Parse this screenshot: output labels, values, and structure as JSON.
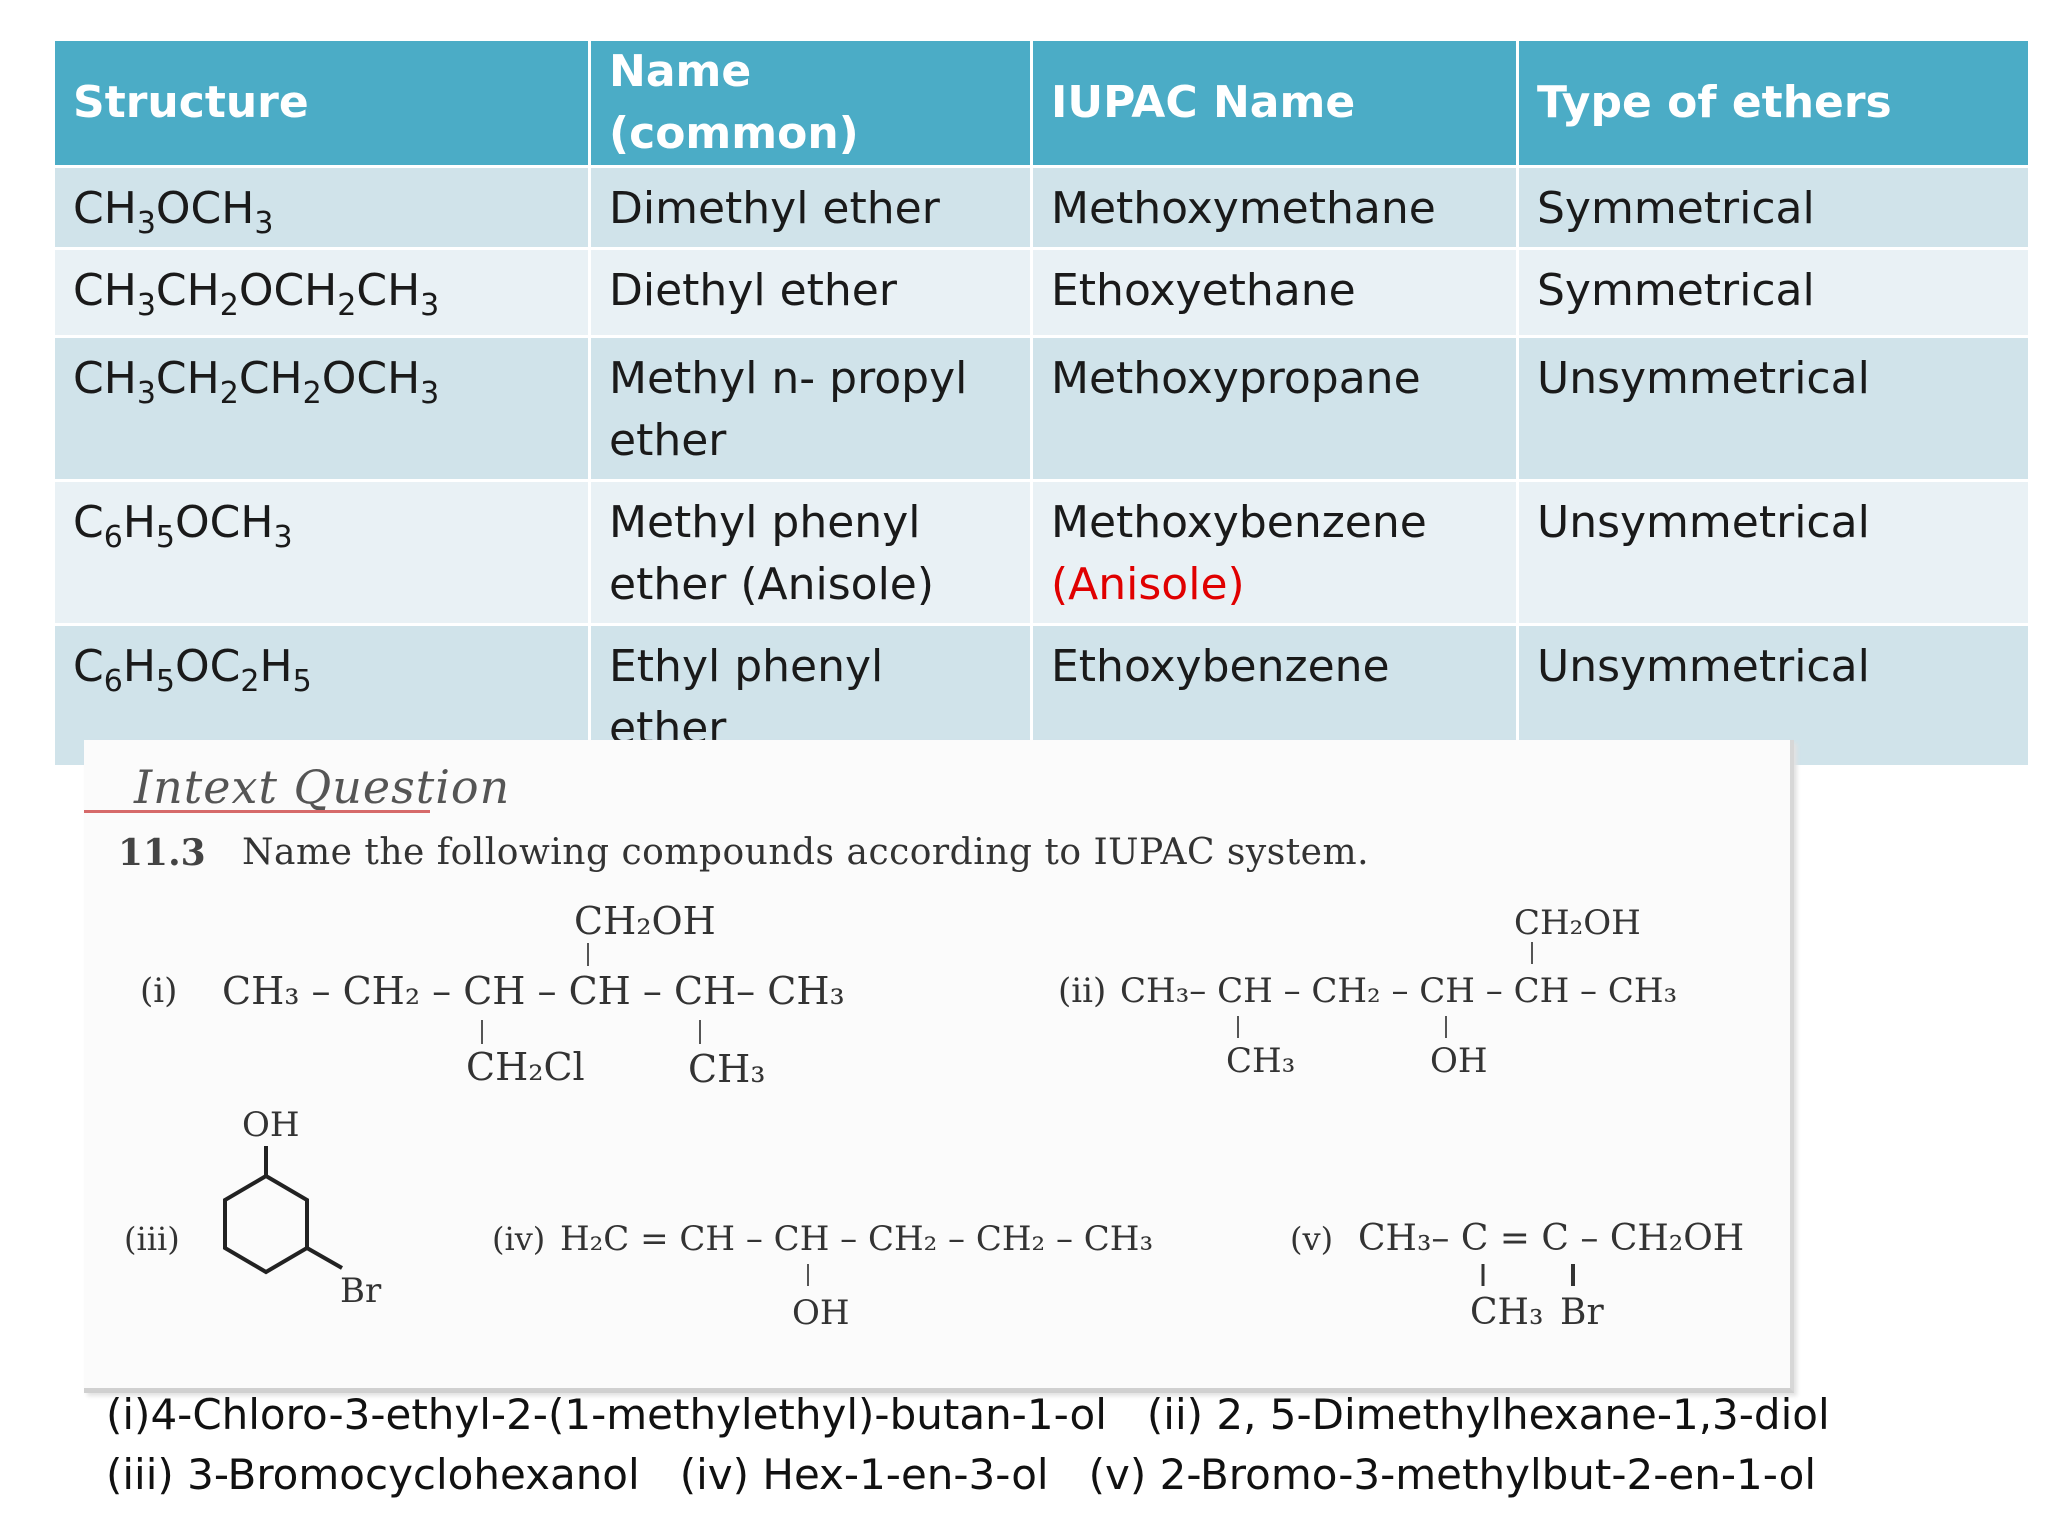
{
  "table": {
    "headers": [
      "Structure",
      "Name  (common)",
      "IUPAC Name",
      "Type of ethers"
    ],
    "rows": [
      {
        "structure": [
          [
            "CH",
            "3"
          ],
          [
            "OCH",
            "3"
          ]
        ],
        "common": "Dimethyl ether",
        "iupac": "Methoxymethane",
        "iupac_note": "",
        "type": "Symmetrical"
      },
      {
        "structure": [
          [
            "CH",
            "3"
          ],
          [
            "CH",
            "2"
          ],
          [
            "OCH",
            "2"
          ],
          [
            "CH",
            "3"
          ]
        ],
        "common": "Diethyl ether",
        "iupac": "Ethoxyethane",
        "iupac_note": "",
        "type": "Symmetrical"
      },
      {
        "structure": [
          [
            "CH",
            "3"
          ],
          [
            "CH",
            "2"
          ],
          [
            "CH",
            "2"
          ],
          [
            "OCH",
            "3"
          ]
        ],
        "common": "Methyl n- propyl ether",
        "iupac": "Methoxypropane",
        "iupac_note": "",
        "type": "Unsymmetrical"
      },
      {
        "structure": [
          [
            "C",
            "6"
          ],
          [
            "H",
            "5"
          ],
          [
            "OCH",
            "3"
          ]
        ],
        "common": "Methyl phenyl ether (Anisole)",
        "iupac": "Methoxybenzene",
        "iupac_note": "(Anisole)",
        "type": "Unsymmetrical"
      },
      {
        "structure": [
          [
            "C",
            "6"
          ],
          [
            "H",
            "5"
          ],
          [
            "OC",
            "2"
          ],
          [
            "H",
            "5"
          ]
        ],
        "common": "Ethyl phenyl ether",
        "iupac": "Ethoxybenzene",
        "iupac_note": "",
        "type": "Unsymmetrical"
      }
    ]
  },
  "intext": {
    "title": "Intext Question",
    "number": "11.3",
    "question": "Name the following compounds according to IUPAC system.",
    "compounds": {
      "i": {
        "label": "(i)",
        "main": "CH₃ – CH₂ – CH – CH – CH– CH₃",
        "top": "CH₂OH",
        "bottom1": "CH₂Cl",
        "bottom2": "CH₃"
      },
      "ii": {
        "label": "(ii)",
        "main": "CH₃– CH – CH₂ – CH – CH – CH₃",
        "top": "CH₂OH",
        "bottom1": "CH₃",
        "bottom2": "OH"
      },
      "iii": {
        "label": "(iii)",
        "top": "OH",
        "sub": "Br"
      },
      "iv": {
        "label": "(iv)",
        "main": "H₂C = CH – CH – CH₂ – CH₂ – CH₃",
        "bottom": "OH"
      },
      "v": {
        "label": "(v)",
        "main": "CH₃– C  = C – CH₂OH",
        "bottom1": "CH₃",
        "bottom2": "Br"
      }
    }
  },
  "answers": {
    "line1": "(i)4-Chloro-3-ethyl-2-(1-methylethyl)-butan-1-ol   (ii) 2, 5-Dimethylhexane-1,3-diol",
    "line2": "(iii) 3-Bromocyclohexanol   (iv) Hex-1-en-3-ol   (v) 2-Bromo-3-methylbut-2-en-1-ol"
  },
  "colors": {
    "header_bg": "#4bacc6",
    "row_odd": "#d0e3ea",
    "row_even": "#e9f1f5",
    "accent_red": "#e00000"
  }
}
